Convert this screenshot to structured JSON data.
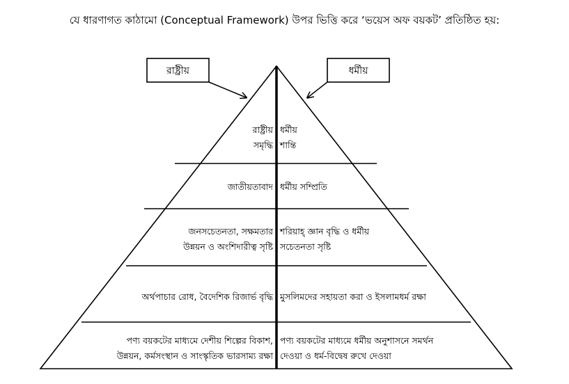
{
  "title": "যে ধারণাগত কাঠামো (Conceptual Framework) উপর ভিত্তি করে ‘ভয়েস অফ বয়কট’ প্রতিষ্ঠিত হয়:",
  "labels": {
    "left": "রাষ্ট্রীয়",
    "right": "ধর্মীয়"
  },
  "levels": [
    {
      "left": [
        "রাষ্ট্রীয়",
        "সমৃদ্ধি"
      ],
      "right": [
        "ধর্মীয়",
        "শান্তি"
      ]
    },
    {
      "left": [
        "জাতীয়তাবাদ"
      ],
      "right": [
        "ধর্মীয় সম্প্রিতি"
      ]
    },
    {
      "left": [
        "জনসচেতনতা, সক্ষমতার",
        "উন্নয়ন ও অংশিদারীত্ব সৃষ্টি"
      ],
      "right": [
        "শরিয়াহ্‌ জ্ঞান বৃদ্ধি ও ধর্মীয়",
        "সচেতনতা সৃষ্টি"
      ]
    },
    {
      "left": [
        "অর্থপাচার রোধ, বৈদেশিক রিজার্ভ বৃদ্ধি"
      ],
      "right": [
        "মুসলিমদের সহায়তা করা ও ইসলামধর্ম রক্ষা"
      ]
    },
    {
      "left": [
        "পণ্য বয়কটের মাধ্যমে দেশীয় শিল্পের বিকাশ,",
        "উন্নয়ন, কর্মসংস্থান ও সাংস্কৃতিক ভারসাম্য রক্ষা"
      ],
      "right": [
        "পণ্য বয়কটের মাধ্যমে ধর্মীয় অনুশাসনে সমর্থন",
        "দেওয়া ও ধর্ম-বিদ্বেষ রুখে দেওয়া"
      ]
    }
  ]
}
